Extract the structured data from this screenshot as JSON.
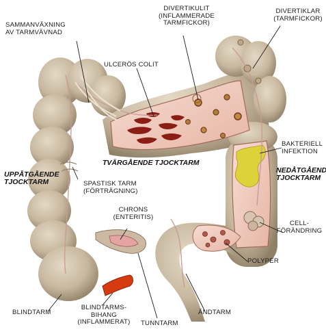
{
  "labels": {
    "sammanvaxning": [
      "SAMMANVÄXNING",
      "AV TARMVÄVNAD"
    ],
    "divertikulit": [
      "DIVERTIKULIT",
      "(INFLAMMERADE",
      "TARMFICKOR)"
    ],
    "divertiklar": [
      "DIVERTIKLAR",
      "(TARMFICKOR)"
    ],
    "ulceros_colit": "ULCERÖS COLIT",
    "bakteriell_infektion": [
      "BAKTERIELL",
      "INFEKTION"
    ],
    "spastisk_tarm": [
      "SPASTISK TARM",
      "(FÖRTRÄGNING)"
    ],
    "chrons": [
      "CHRONS",
      "(ENTERITIS)"
    ],
    "cellforandring": [
      "CELL-",
      "FÖRÄNDRING"
    ],
    "polyper": "POLYPER",
    "blindtarm": "BLINDTARM",
    "blindtarmsbihang": [
      "BLINDTARMS-",
      "BIHANG",
      "(INFLAMMERAT)"
    ],
    "tunntarm": "TUNNTARM",
    "andtarm": "ÄNDTARM"
  },
  "sections": {
    "tvargaende": "TVÄRGÅENDE TJOCKTARM",
    "uppatgaende": [
      "UPPÅTGÅENDE",
      "TJOCKTARM"
    ],
    "nedatgaende": [
      "NEDÅTGÅEND",
      "TJOCKTARM"
    ]
  },
  "colors": {
    "tissue": "#cdbfa8",
    "tissue_shadow": "#8f8068",
    "lumen": "#f1d3c9",
    "ulcer": "#8a1d14",
    "infection": "#ddd23a",
    "appendix": "#d63a10",
    "vessel": "#c99a96"
  }
}
